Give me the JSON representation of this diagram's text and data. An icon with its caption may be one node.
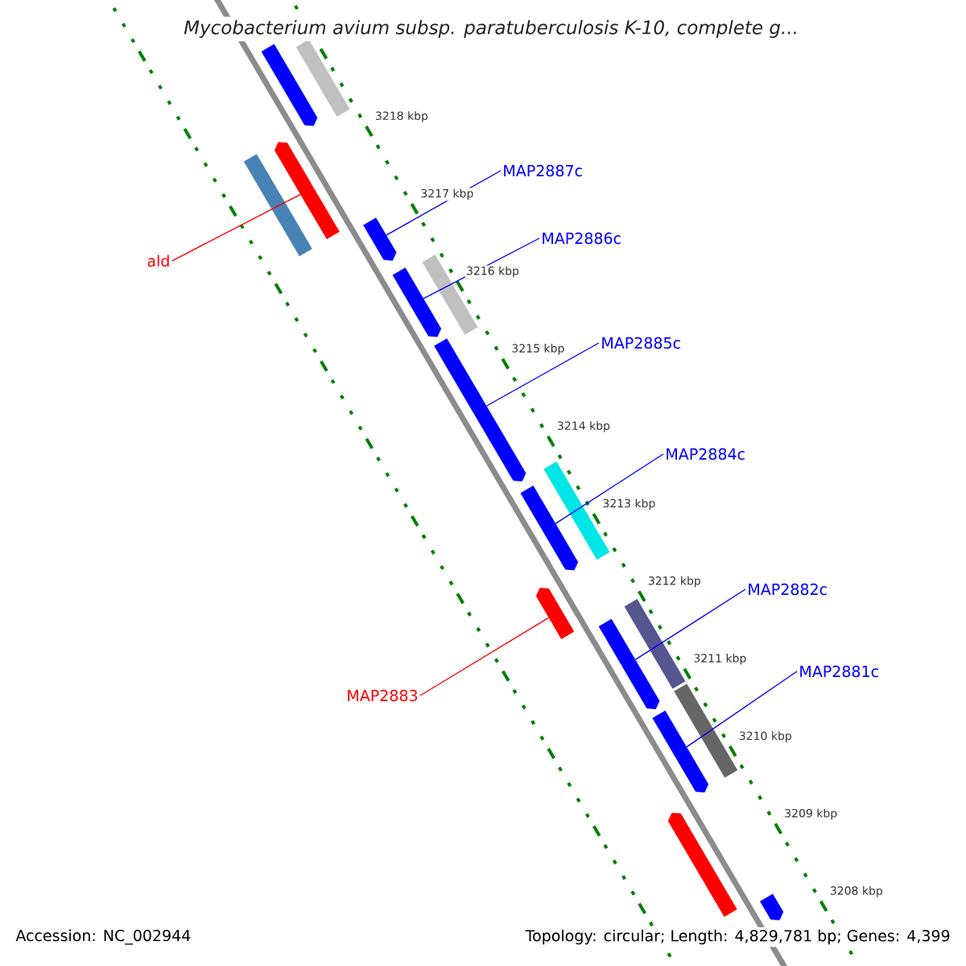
{
  "diagram": {
    "title": "Mycobacterium avium subsp. paratuberculosis K-10, complete g...",
    "nodes": [
      {
        "text": [
          "MAP2887c"
        ]
      },
      {
        "text": [
          "MAP2886c"
        ]
      },
      {
        "text": [
          "ald"
        ]
      },
      {
        "text": [
          "MAP2885c"
        ]
      },
      {
        "text": [
          "MAP2884c"
        ]
      },
      {
        "text": [
          "MAP2882c"
        ]
      },
      {
        "text": [
          "MAP2881c"
        ]
      },
      {
        "text": [
          "MAP2883"
        ]
      },
      {
        "text": [],
        "shape": "bar"
      },
      {
        "text": [],
        "shape": "bar"
      },
      {
        "text": [],
        "shape": "bar"
      },
      {
        "text": [],
        "shape": "bar"
      },
      {
        "text": [],
        "shape": "bar"
      },
      {
        "text": [],
        "shape": "bar"
      },
      {
        "text": [],
        "shape": "bar"
      },
      {
        "text": [],
        "shape": "bar"
      },
      {
        "text": [],
        "shape": "bar"
      },
      {
        "text": [],
        "shape": "bar"
      },
      {
        "text": [],
        "shape": "bar"
      },
      {
        "text": [],
        "shape": "bar"
      },
      {
        "text": [],
        "shape": "bar"
      },
      {
        "text": [],
        "shape": "bar"
      },
      {
        "text": [],
        "shape": "bar"
      },
      {
        "text": [],
        "shape": "bar"
      },
      {
        "text": [],
        "shape": "bar"
      }
    ],
    "edges": [
      {
        "from": 0,
        "to": 12,
        "arrow": "none"
      },
      {
        "from": 1,
        "to": 13,
        "arrow": "none"
      },
      {
        "from": 2,
        "to": 11,
        "arrow": "none",
        "color": "#ff0000"
      },
      {
        "from": 3,
        "to": 15,
        "arrow": "none"
      },
      {
        "from": 4,
        "to": 17,
        "arrow": "none"
      },
      {
        "from": 5,
        "to": 20,
        "arrow": "none"
      },
      {
        "from": 6,
        "to": 22,
        "arrow": "none"
      },
      {
        "from": 7,
        "to": 18,
        "arrow": "none",
        "color": "#ff0000"
      }
    ],
    "labels": [
      "3218 kbp",
      "3217 kbp",
      "3216 kbp",
      "3215 kbp",
      "3214 kbp",
      "3213 kbp",
      "3212 kbp",
      "3211 kbp",
      "3210 kbp",
      "3209 kbp",
      "3208 kbp",
      "Accession: NC_002944",
      "Topology: circular; Length: 4,829,781 bp; Genes: 4,399"
    ]
  }
}
